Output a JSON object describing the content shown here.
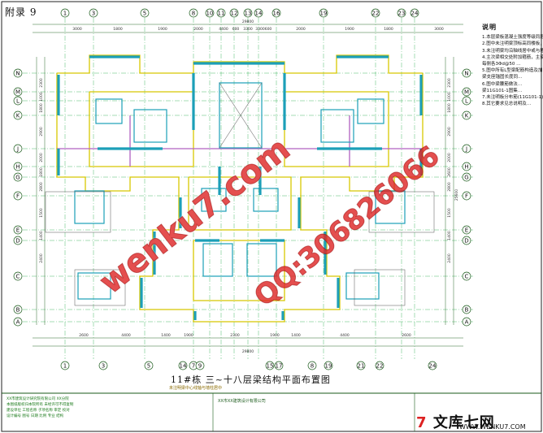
{
  "figure_label": "附录 9",
  "colors": {
    "grid_line": "#22aa44",
    "axis_bubble": "#1a5a1a",
    "wall": "#1c9fb8",
    "beam": "#d8c800",
    "beam_alt": "#b060c0",
    "dim": "#2a6a2a",
    "watermark": "#d22828"
  },
  "axes": {
    "top": [
      "1",
      "3",
      "5",
      "8",
      "10",
      "11",
      "12",
      "13",
      "14",
      "16",
      "19",
      "22",
      "23",
      "24"
    ],
    "bottom": [
      "1",
      "3",
      "5",
      "14",
      "7",
      "9",
      "15",
      "17",
      "8",
      "19",
      "21",
      "22",
      "24"
    ],
    "left": [
      "N",
      "M",
      "L",
      "K",
      "J",
      "H",
      "G",
      "F",
      "E",
      "D",
      "C",
      "B",
      "A"
    ],
    "right": [
      "N",
      "M",
      "L",
      "K",
      "J",
      "H",
      "G",
      "F",
      "E",
      "D",
      "C",
      "B",
      "A"
    ]
  },
  "dimensions": {
    "top_row1": [
      "3000",
      "1800",
      "1900",
      "2000",
      "4400",
      "600",
      "3300",
      "3300",
      "600",
      "2000",
      "1900",
      "1800",
      "3000"
    ],
    "top_total": "29800",
    "bottom_row1": [
      "2600",
      "4400",
      "1400",
      "1900",
      "2300",
      "1900",
      "1400",
      "4400",
      "2600"
    ],
    "bottom_total": "29800",
    "left": [
      "2300",
      "1000",
      "1800",
      "2900",
      "2000",
      "1800",
      "2800",
      "1500",
      "1400",
      "2400"
    ],
    "right": [
      "2300",
      "1000",
      "1800",
      "2900",
      "2000",
      "2600",
      "2800",
      "1500",
      "1400",
      "2400"
    ],
    "right_total": "25600"
  },
  "drawing_title": "11#栋    三~十八层梁结构平面布置图",
  "drawing_subtitle": "未注明梁中心线轴与墙柱居中",
  "notes": {
    "heading": "说明",
    "lines": [
      "1.本层梁板混凝土强度等级同层楼…",
      "2.图中未注明梁顶标高同楼板，…",
      "3.未注明梁均沿轴线居中或与墙…",
      "4.主次梁相交处附加箍筋，主梁上…",
      "  每侧各3Φd@50 …",
      "5.图中所有L型梁配筋构造及加…",
      "  梁支座锚固长度同…",
      "6.图中梁腰筋做法…",
      "  梁11G101-1图集…",
      "7.未注明板分布筋(11G101-1)…",
      "8.其它要求见总说明及…"
    ]
  },
  "title_block": {
    "left_lines": [
      "XX市建筑设计研究院有限公司 XX分院",
      "本图纸版权归本院所有 未经许可不得复制",
      "建设单位  工程名称  子项名称  审定  校对",
      "设计编号  图号  日期  比例  专业  结构"
    ],
    "company": "XX市XX建筑设计有限公司"
  },
  "watermark": {
    "site_diag": "wenku7.com",
    "qq_diag": "QQ:306826066",
    "brand_main": "文库七网",
    "brand_url": "WWW.WENKU7.COM"
  }
}
